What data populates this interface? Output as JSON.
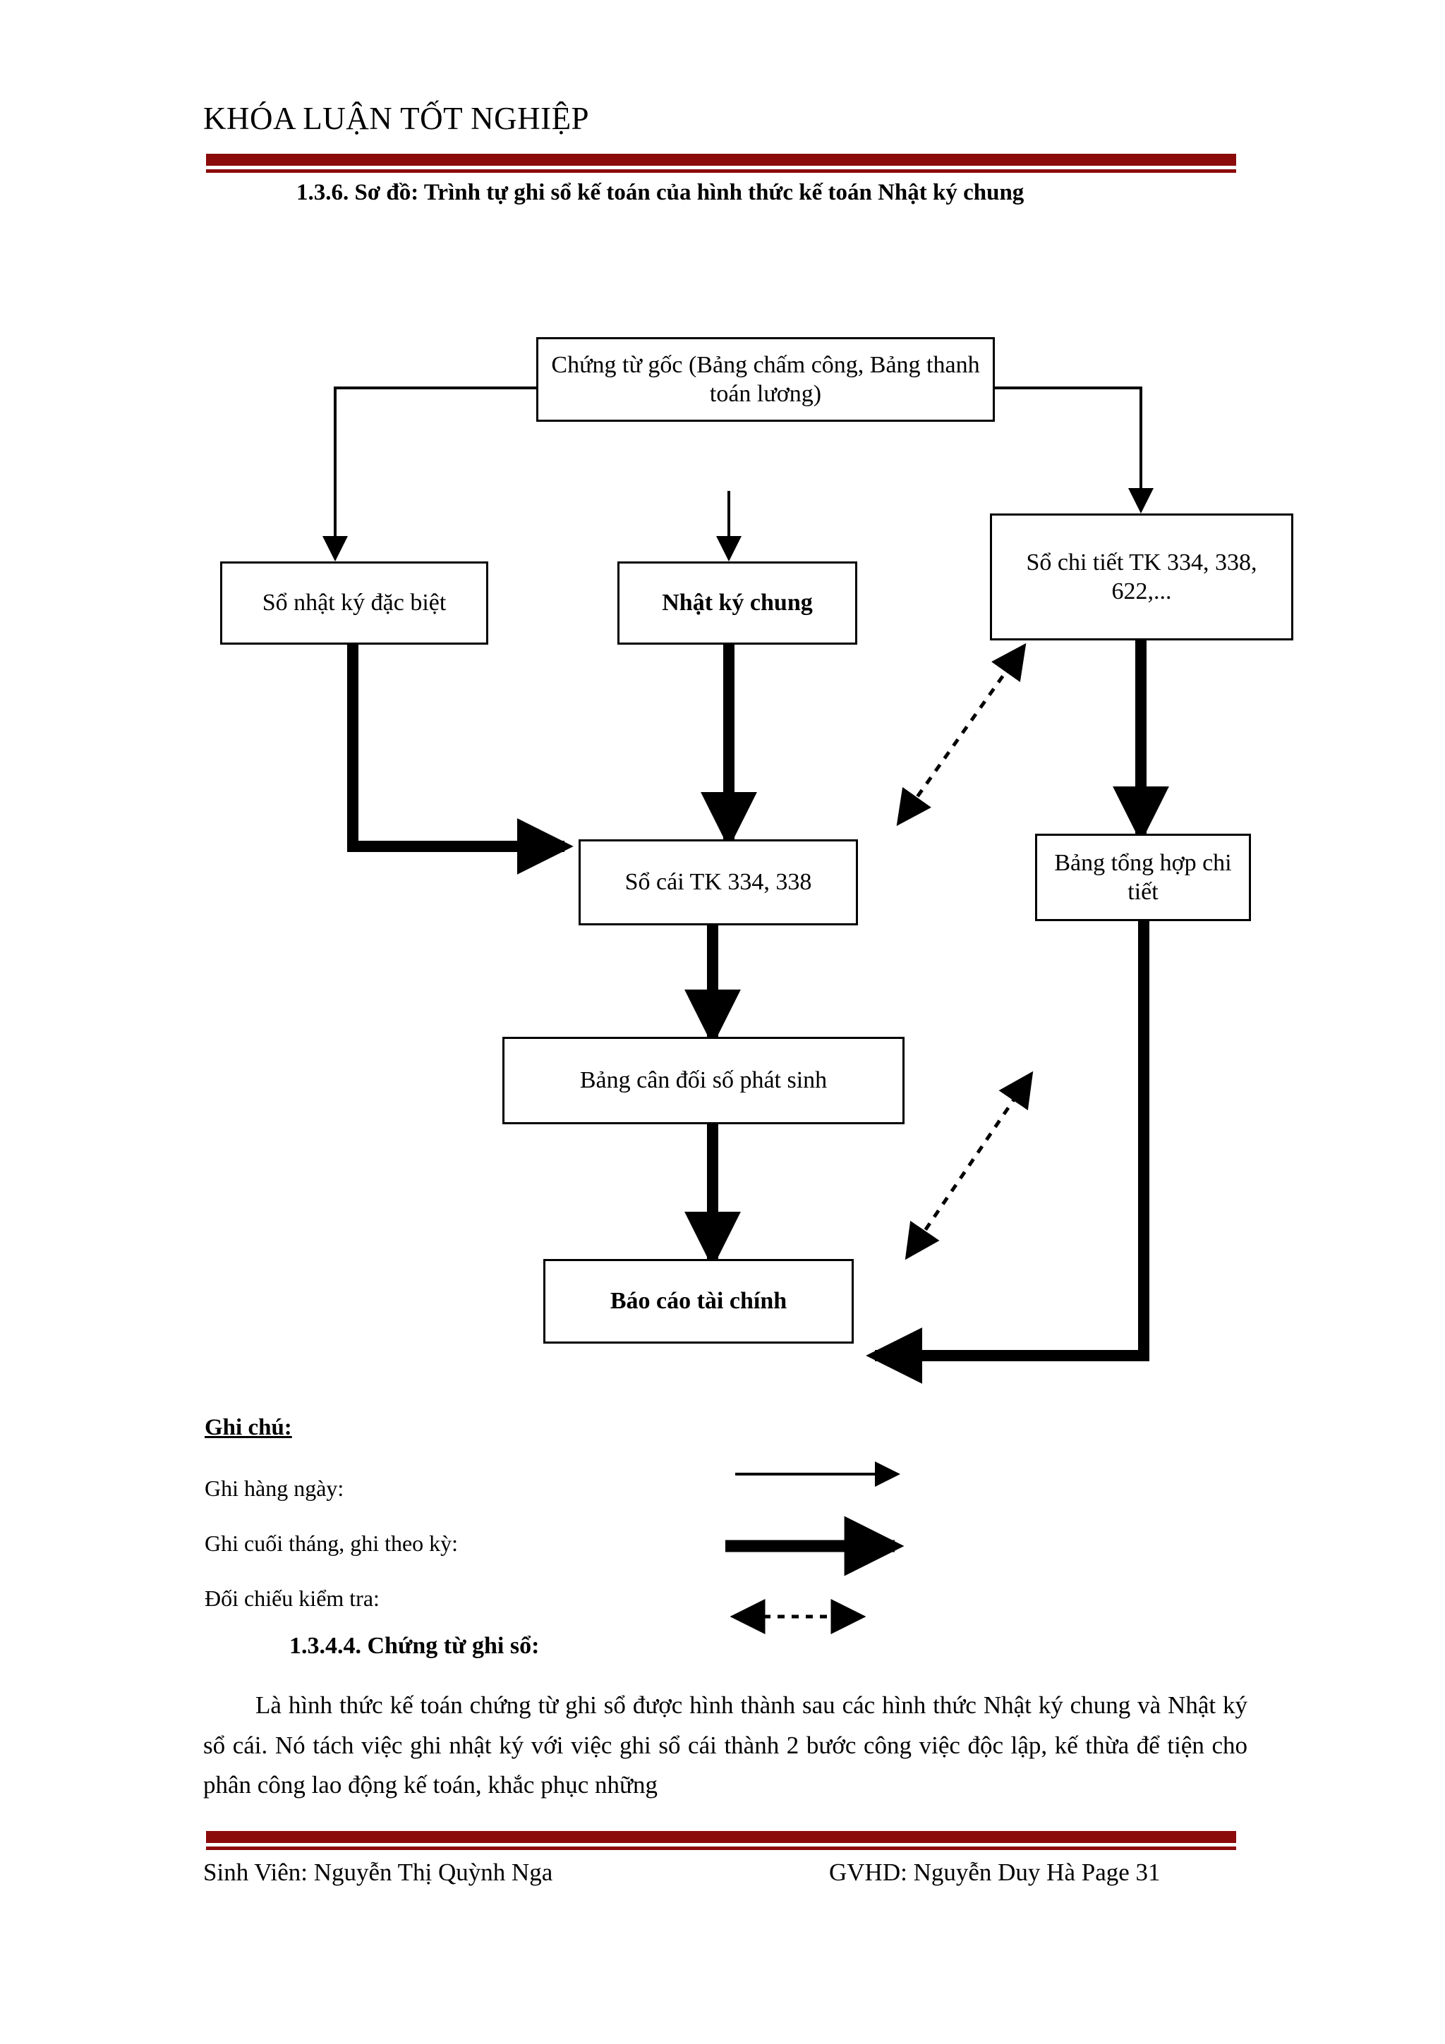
{
  "header": {
    "title": "KHÓA LUẬN TỐT NGHIỆP",
    "rule_color": "#8B0B0B"
  },
  "section": {
    "heading": "1.3.6. Sơ đồ: Trình tự ghi sổ kế toán của hình thức kế toán Nhật ký chung"
  },
  "diagram": {
    "nodes": [
      {
        "id": "chung-tu-goc",
        "label": "Chứng từ gốc (Bảng chấm công, Bảng thanh toán lương)",
        "bold": false
      },
      {
        "id": "so-nhat-ky-dac-biet",
        "label": "Sổ nhật ký đặc biệt",
        "bold": false
      },
      {
        "id": "nhat-ky-chung",
        "label": "Nhật ký chung",
        "bold": true
      },
      {
        "id": "so-chi-tiet",
        "label": "Sổ chi tiết TK 334, 338, 622,...",
        "bold": false
      },
      {
        "id": "so-cai",
        "label": "Sổ cái TK 334, 338",
        "bold": false
      },
      {
        "id": "bang-tong-hop-chi-tiet",
        "label": "Bảng tổng hợp chi tiết",
        "bold": false
      },
      {
        "id": "bang-can-doi",
        "label": "Bảng cân đối số phát sinh",
        "bold": false
      },
      {
        "id": "bao-cao-tai-chinh",
        "label": "Báo cáo tài chính",
        "bold": true
      }
    ]
  },
  "legend": {
    "title": "Ghi chú:",
    "items": [
      {
        "label": "Ghi hàng ngày:",
        "art": "thin-arrow"
      },
      {
        "label": "Ghi cuối tháng, ghi theo kỳ:",
        "art": "thick-arrow"
      },
      {
        "label": "Đối chiếu kiểm tra:",
        "art": "dotted-double-arrow"
      }
    ]
  },
  "body": {
    "sub_heading": "1.3.4.4. Chứng từ ghi sổ:",
    "paragraph": "Là hình thức kế toán chứng từ ghi sổ được hình thành sau các hình thức Nhật ký chung và Nhật ký sổ cái. Nó tách việc ghi nhật ký với việc ghi sổ cái thành 2 bước công việc độc lập, kế thừa để tiện cho phân công lao động kế toán, khắc phục những"
  },
  "footer": {
    "left": "Sinh Viên: Nguyễn Thị Quỳnh Nga",
    "right": "GVHD: Nguyễn Duy Hà  Page 31"
  }
}
